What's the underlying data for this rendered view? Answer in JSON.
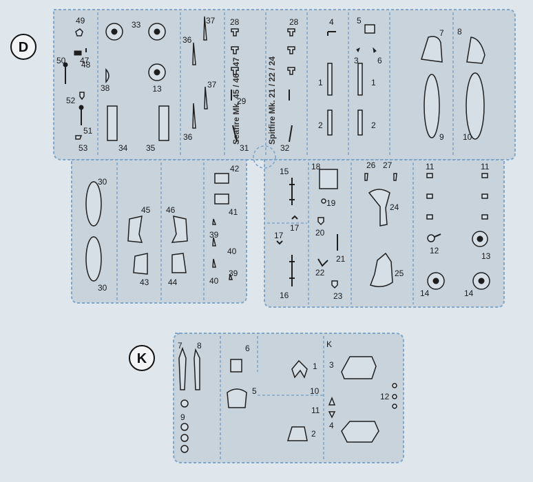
{
  "sprues": {
    "d": {
      "letter": "D",
      "vertical_labels": [
        "Seafire Mk. 45 / 46 / 47",
        "Spitfire Mk. 21 / 22 / 24"
      ],
      "part_numbers": {
        "p49": "49",
        "p47": "47",
        "p48": "48",
        "p50": "50",
        "p38": "38",
        "p52": "52",
        "p51": "51",
        "p53": "53",
        "p33": "33",
        "p13a": "13",
        "p34": "34",
        "p35": "35",
        "p37a": "37",
        "p37b": "37",
        "p36a": "36",
        "p36b": "36",
        "p28a": "28",
        "p29": "29",
        "p31": "31",
        "p28b": "28",
        "p32": "32",
        "p4": "4",
        "p1a": "1",
        "p2a": "2",
        "p5": "5",
        "p3": "3",
        "p6": "6",
        "p1b": "1",
        "p2b": "2",
        "p7": "7",
        "p9": "9",
        "p8": "8",
        "p10": "10",
        "p30a": "30",
        "p30b": "30",
        "p45": "45",
        "p43": "43",
        "p46": "46",
        "p44": "44",
        "p42": "42",
        "p41": "41",
        "p39a": "39",
        "p40a": "40",
        "p40b": "40",
        "p39b": "39",
        "p15": "15",
        "p17a": "17",
        "p17b": "17",
        "p16": "16",
        "p18": "18",
        "p19": "19",
        "p20": "20",
        "p21": "21",
        "p22": "22",
        "p23": "23",
        "p26": "26",
        "p27": "27",
        "p24": "24",
        "p25": "25",
        "p11a": "11",
        "p11b": "11",
        "p12": "12",
        "p13b": "13",
        "p14a": "14",
        "p14b": "14"
      }
    },
    "k": {
      "letter": "K",
      "corner_letter": "K",
      "part_numbers": {
        "p7": "7",
        "p8": "8",
        "p9": "9",
        "p6": "6",
        "p5": "5",
        "p1": "1",
        "p10": "10",
        "p11": "11",
        "p2": "2",
        "p3": "3",
        "p4": "4",
        "p12": "12"
      }
    }
  }
}
